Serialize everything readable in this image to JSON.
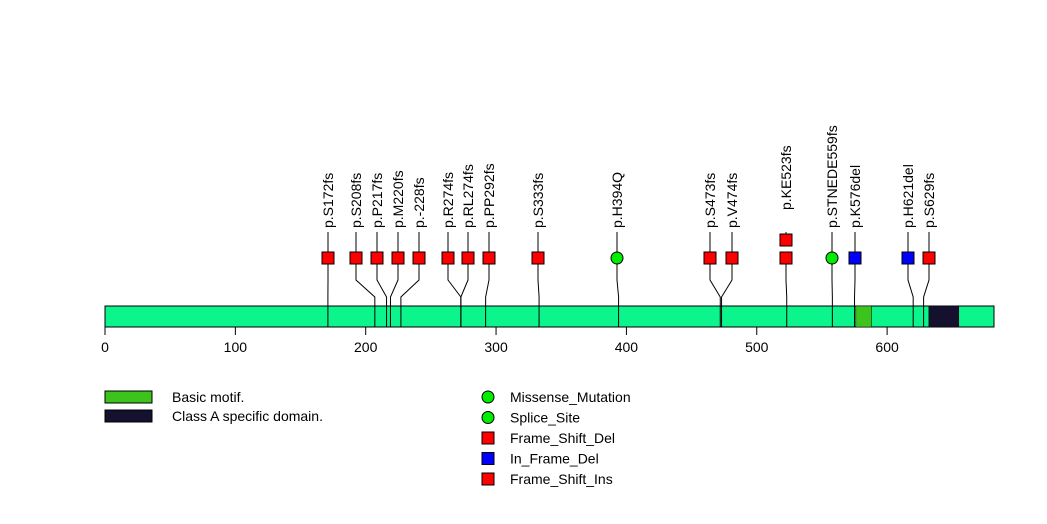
{
  "chart_data": {
    "type": "lollipop",
    "protein_length": 682,
    "xlim": [
      0,
      682
    ],
    "xticks": [
      0,
      100,
      200,
      300,
      400,
      500,
      600
    ],
    "domains": [
      {
        "name": "Basic motif.",
        "start": 576,
        "end": 588,
        "color": "#3cc31e"
      },
      {
        "name": "Class A specific domain.",
        "start": 632,
        "end": 655,
        "color": "#14102e"
      }
    ],
    "backbone_color": "#0cf58c",
    "mutations": [
      {
        "label": "p.S172fs",
        "pos": 171,
        "type": "Frame_Shift_Del",
        "count": 1
      },
      {
        "label": "p.S208fs",
        "pos": 207,
        "type": "Frame_Shift_Del",
        "count": 1
      },
      {
        "label": "p.P217fs",
        "pos": 216,
        "type": "Frame_Shift_Del",
        "count": 1
      },
      {
        "label": "p.M220fs",
        "pos": 219,
        "type": "Frame_Shift_Del",
        "count": 1
      },
      {
        "label": "p.-228fs",
        "pos": 227,
        "type": "Frame_Shift_Del",
        "count": 1
      },
      {
        "label": "p.R274fs",
        "pos": 273,
        "type": "Frame_Shift_Del",
        "count": 1
      },
      {
        "label": "p.RL274fs",
        "pos": 273,
        "type": "Frame_Shift_Del",
        "count": 1
      },
      {
        "label": "p.PP292fs",
        "pos": 292,
        "type": "Frame_Shift_Del",
        "count": 1
      },
      {
        "label": "p.S333fs",
        "pos": 333,
        "type": "Frame_Shift_Del",
        "count": 1
      },
      {
        "label": "p.H394Q",
        "pos": 394,
        "type": "Missense_Mutation",
        "count": 1
      },
      {
        "label": "p.S473fs",
        "pos": 472,
        "type": "Frame_Shift_Del",
        "count": 1
      },
      {
        "label": "p.V474fs",
        "pos": 473,
        "type": "Frame_Shift_Del",
        "count": 1
      },
      {
        "label": "p.KE523fs",
        "pos": 523,
        "type": "Frame_Shift_Del",
        "count": 2
      },
      {
        "label": "p.STNEDE559fs",
        "pos": 558,
        "type": "Missense_Mutation",
        "count": 1
      },
      {
        "label": "p.K576del",
        "pos": 575,
        "type": "In_Frame_Del",
        "count": 1
      },
      {
        "label": "p.H621del",
        "pos": 620,
        "type": "In_Frame_Del",
        "count": 1
      },
      {
        "label": "p.S629fs",
        "pos": 628,
        "type": "Frame_Shift_Del",
        "count": 1
      }
    ],
    "legend_types": [
      {
        "name": "Missense_Mutation",
        "shape": "circle",
        "color": "#00ee00"
      },
      {
        "name": "Splice_Site",
        "shape": "circle",
        "color": "#00ee00"
      },
      {
        "name": "Frame_Shift_Del",
        "shape": "square",
        "color": "#ff0000"
      },
      {
        "name": "In_Frame_Del",
        "shape": "square",
        "color": "#0000ff"
      },
      {
        "name": "Frame_Shift_Ins",
        "shape": "square",
        "color": "#ff0000"
      }
    ]
  }
}
